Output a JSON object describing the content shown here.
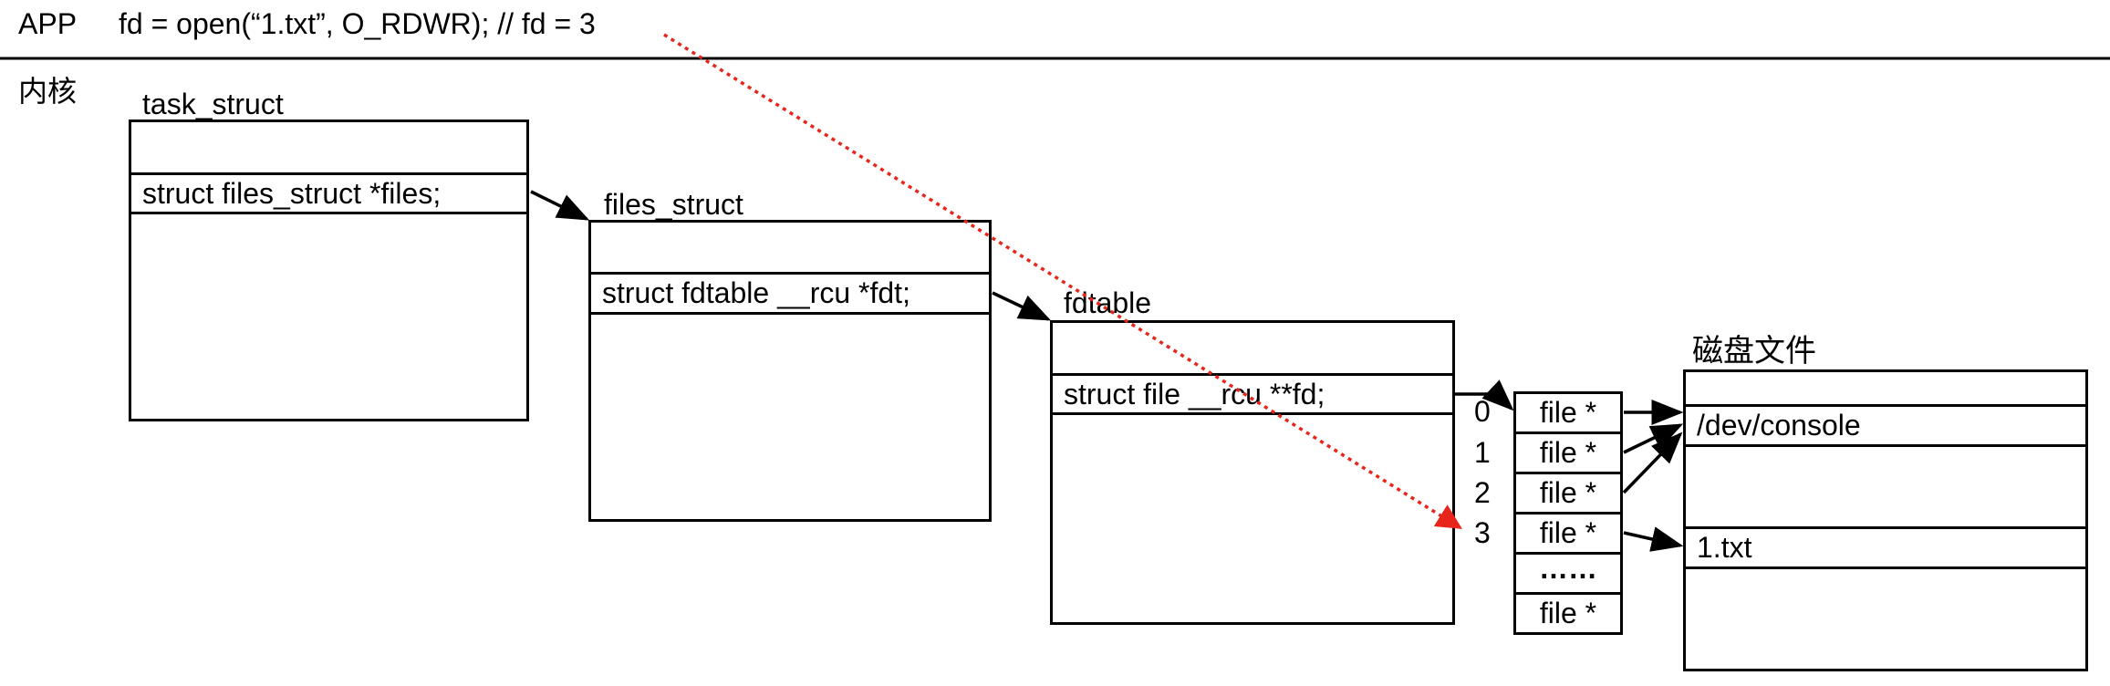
{
  "app": {
    "label": "APP",
    "code": "fd = open(“1.txt”, O_RDWR); // fd = 3"
  },
  "kernel": {
    "label": "内核"
  },
  "task_struct": {
    "title": "task_struct",
    "field": "struct files_struct *files;"
  },
  "files_struct": {
    "title": "files_struct",
    "field": "struct fdtable __rcu *fdt;"
  },
  "fdtable": {
    "title": "fdtable",
    "field": "struct file __rcu **fd;"
  },
  "fd_array": {
    "indices": [
      "0",
      "1",
      "2",
      "3"
    ],
    "cells": [
      "file *",
      "file *",
      "file *",
      "file *",
      "……",
      "file *"
    ]
  },
  "disk_files": {
    "title": "磁盘文件",
    "entries": [
      "/dev/console",
      "1.txt"
    ]
  },
  "colors": {
    "line": "#000000",
    "highlight_arrow": "#e8251a"
  }
}
